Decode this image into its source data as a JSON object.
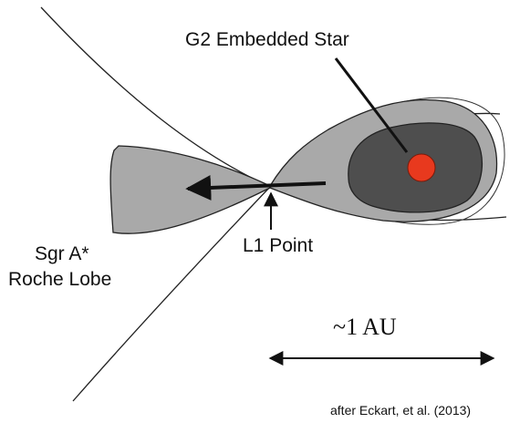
{
  "labels": {
    "g2_star": "G2 Embedded Star",
    "l1_point": "L1 Point",
    "sgr_line1": "Sgr A*",
    "sgr_line2": "Roche Lobe",
    "scale": "~1 AU",
    "credit": "after Eckart, et al. (2013)"
  },
  "colors": {
    "background": "#ffffff",
    "lobe_fill": "#a9a9a9",
    "inner_fill": "#4e4e4e",
    "star": "#e8391e",
    "line": "#111111"
  }
}
